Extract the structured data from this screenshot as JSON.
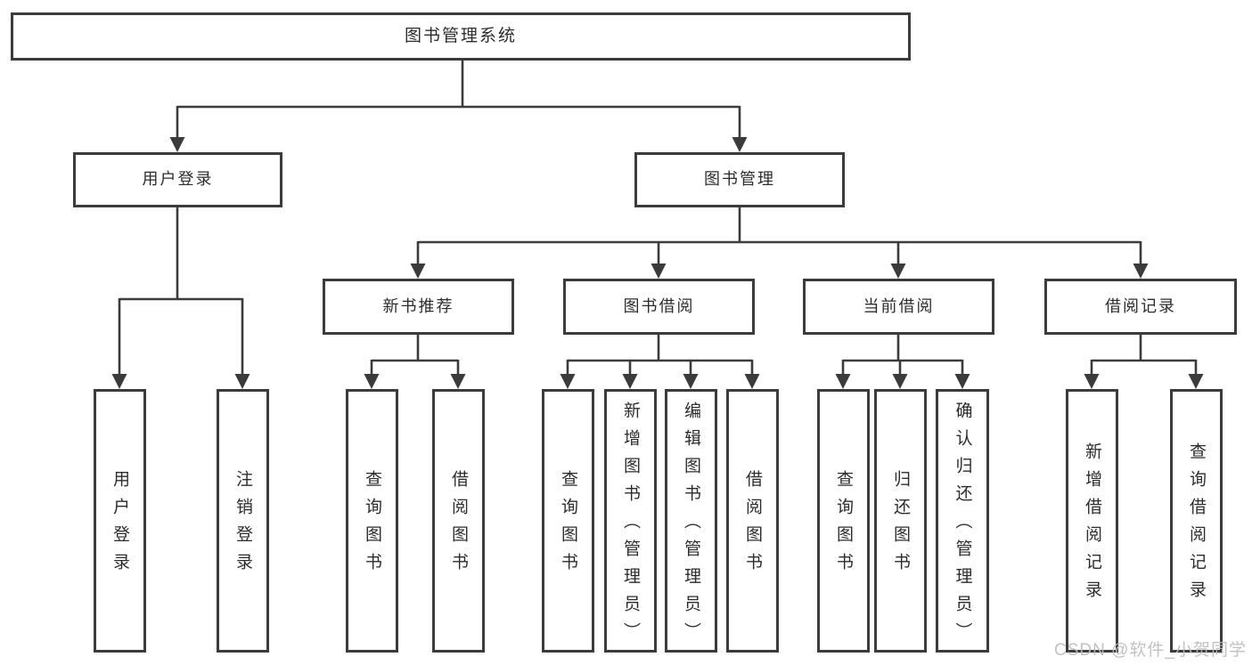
{
  "diagram": {
    "title": "图书管理系统",
    "root": {
      "label": "图书管理系统"
    },
    "level2": [
      {
        "id": "user-login",
        "label": "用户登录"
      },
      {
        "id": "book-management",
        "label": "图书管理"
      }
    ],
    "level3": [
      {
        "id": "new-book-recommend",
        "label": "新书推荐",
        "parent": "图书管理"
      },
      {
        "id": "book-borrowing",
        "label": "图书借阅",
        "parent": "图书管理"
      },
      {
        "id": "current-borrowing",
        "label": "当前借阅",
        "parent": "图书管理"
      },
      {
        "id": "borrow-records",
        "label": "借阅记录",
        "parent": "图书管理"
      }
    ],
    "leaves": [
      {
        "id": "user-login-leaf",
        "label": "用户登录",
        "parent": "用户登录"
      },
      {
        "id": "logout-login",
        "label": "注销登录",
        "parent": "用户登录"
      },
      {
        "id": "query-books-recommend",
        "label": "查询图书",
        "parent": "新书推荐"
      },
      {
        "id": "borrow-books-recommend",
        "label": "借阅图书",
        "parent": "新书推荐"
      },
      {
        "id": "query-books-borrowing",
        "label": "查询图书",
        "parent": "图书借阅"
      },
      {
        "id": "add-books-admin",
        "label": "新增图书（管理员）",
        "parent": "图书借阅"
      },
      {
        "id": "edit-books-admin",
        "label": "编辑图书（管理员）",
        "parent": "图书借阅"
      },
      {
        "id": "borrow-books",
        "label": "借阅图书",
        "parent": "图书借阅"
      },
      {
        "id": "query-books-current",
        "label": "查询图书",
        "parent": "当前借阅"
      },
      {
        "id": "return-books",
        "label": "归还图书",
        "parent": "当前借阅"
      },
      {
        "id": "confirm-return-admin",
        "label": "确认归还（管理员）",
        "parent": "当前借阅"
      },
      {
        "id": "add-borrow-record",
        "label": "新增借阅记录",
        "parent": "借阅记录"
      },
      {
        "id": "query-borrow-record",
        "label": "查询借阅记录",
        "parent": "借阅记录"
      }
    ]
  },
  "watermark": "CSDN @软件_小贺同学",
  "colors": {
    "line": "#3b3b3b",
    "text": "#2c2c2c",
    "box_background": "#ffffff",
    "watermark": "#bcbcbc",
    "background": "#ffffff"
  }
}
